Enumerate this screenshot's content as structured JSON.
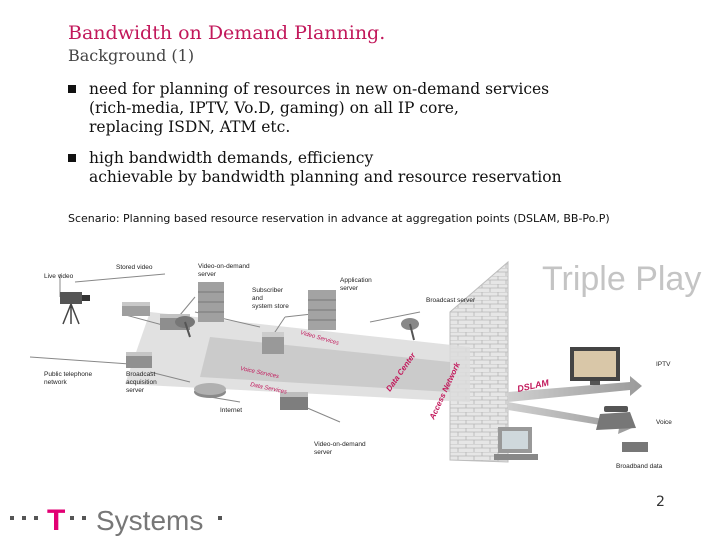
{
  "slide": {
    "title": "Bandwidth on Demand Planning.",
    "subtitle": "Background (1)",
    "bullets": [
      {
        "lines": [
          "need for planning of resources in new on-demand services",
          "(rich-media, IPTV, Vo.D, gaming) on all IP core,",
          "replacing ISDN, ATM etc."
        ]
      },
      {
        "lines": [
          "high bandwidth demands, efficiency",
          "achievable by bandwidth planning and resource reservation"
        ]
      }
    ],
    "scenario": "Scenario: Planning based resource reservation in advance at aggregation points (DSLAM, BB-Po.P)",
    "page_number": "2"
  },
  "diagram": {
    "heading": "Triple Play",
    "labels": {
      "live_video": "Live video",
      "stored_video": "Stored video",
      "vod_top_1": "Video-on-demand",
      "vod_top_2": "server",
      "subscriber_1": "Subscriber",
      "subscriber_2": "and",
      "subscriber_3": "system store",
      "application_1": "Application",
      "application_2": "server",
      "broadcast_server": "Broadcast server",
      "pstn_1": "Public telephone",
      "pstn_2": "network",
      "broadcast_acq_1": "Broadcast",
      "broadcast_acq_2": "acquisition",
      "broadcast_acq_3": "server",
      "internet": "Internet",
      "vod_bottom_1": "Video-on-demand",
      "vod_bottom_2": "server",
      "iptv": "IPTV",
      "voice": "Voice",
      "broadband": "Broadband data",
      "video_services": "Video Services",
      "voice_services": "Voice Services",
      "data_services": "Data Services",
      "data_center": "Data Center",
      "access_network": "Access Network",
      "dslam": "DSLAM"
    }
  },
  "footer": {
    "brand_t": "T",
    "brand_systems": "Systems"
  },
  "colors": {
    "title": "#c2185b",
    "accent": "#e20074"
  }
}
